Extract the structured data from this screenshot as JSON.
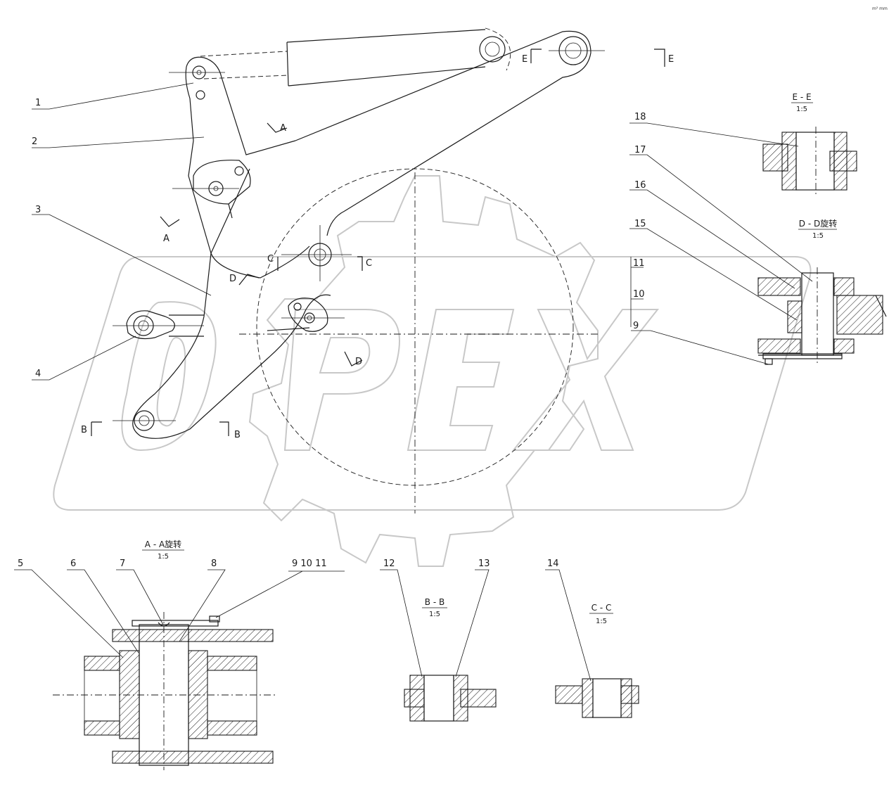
{
  "watermark": {
    "brand": "OPEX"
  },
  "corner_mark": "m² mm",
  "part_labels": {
    "p1": "1",
    "p2": "2",
    "p3": "3",
    "p4": "4",
    "p5": "5",
    "p6": "6",
    "p7": "7",
    "p8": "8",
    "p9_10_11": "9  10  11",
    "p12": "12",
    "p13": "13",
    "p14": "14",
    "p15": "15",
    "p16": "16",
    "p17": "17",
    "p18": "18",
    "v9": "9",
    "v10": "10",
    "v11": "11"
  },
  "cut_marks": {
    "a": "A",
    "b": "B",
    "c": "C",
    "d": "D",
    "e": "E"
  },
  "sections": {
    "aa": {
      "title": "A - A旋转",
      "scale": "1:5"
    },
    "bb": {
      "title": "B - B",
      "scale": "1:5"
    },
    "cc": {
      "title": "C - C",
      "scale": "1:5"
    },
    "dd": {
      "title": "D - D旋转",
      "scale": "1:5"
    },
    "ee": {
      "title": "E - E",
      "scale": "1:5"
    }
  }
}
